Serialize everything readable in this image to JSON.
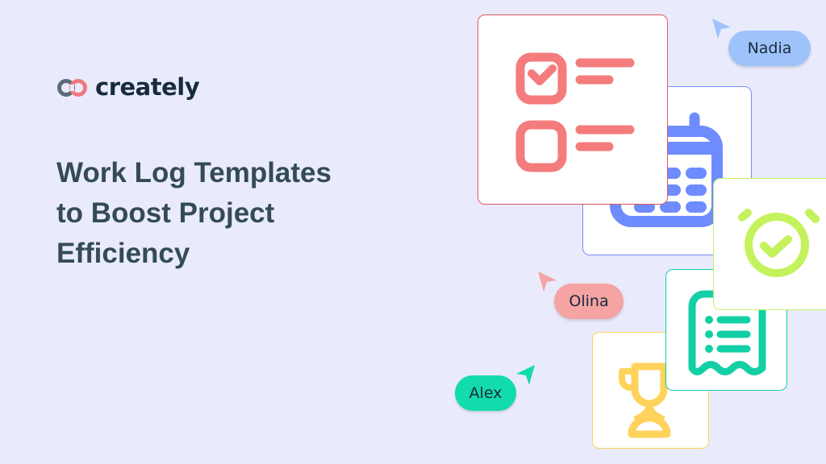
{
  "brand": {
    "name": "creately",
    "colors": {
      "left_ring": "#5b6b7b",
      "right_ring": "#f07b7b",
      "text": "#172b3d"
    }
  },
  "headline": {
    "lines": [
      "Work Log Templates",
      "to Boost Project",
      "Efficiency"
    ],
    "color": "#344b55"
  },
  "background": "#e9ebfd",
  "cards": [
    {
      "id": "checklist",
      "icon": "checklist-icon",
      "border": "#e8545c",
      "color": "#f47c7c"
    },
    {
      "id": "calendar",
      "icon": "calendar-icon",
      "border": "#7b8cf5",
      "color": "#6f8cff"
    },
    {
      "id": "alarm",
      "icon": "alarm-check-icon",
      "border": "#c6f06a",
      "color": "#c4f25c"
    },
    {
      "id": "receipt",
      "icon": "receipt-list-icon",
      "border": "#14cfa4",
      "color": "#12cfa5"
    },
    {
      "id": "trophy",
      "icon": "trophy-icon",
      "border": "#ffd25c",
      "color": "#ffd25c"
    }
  ],
  "collaborators": [
    {
      "name": "Nadia",
      "color": "#9ec3fb"
    },
    {
      "name": "Olina",
      "color": "#f5a3a3"
    },
    {
      "name": "Alex",
      "color": "#12dbae"
    }
  ]
}
